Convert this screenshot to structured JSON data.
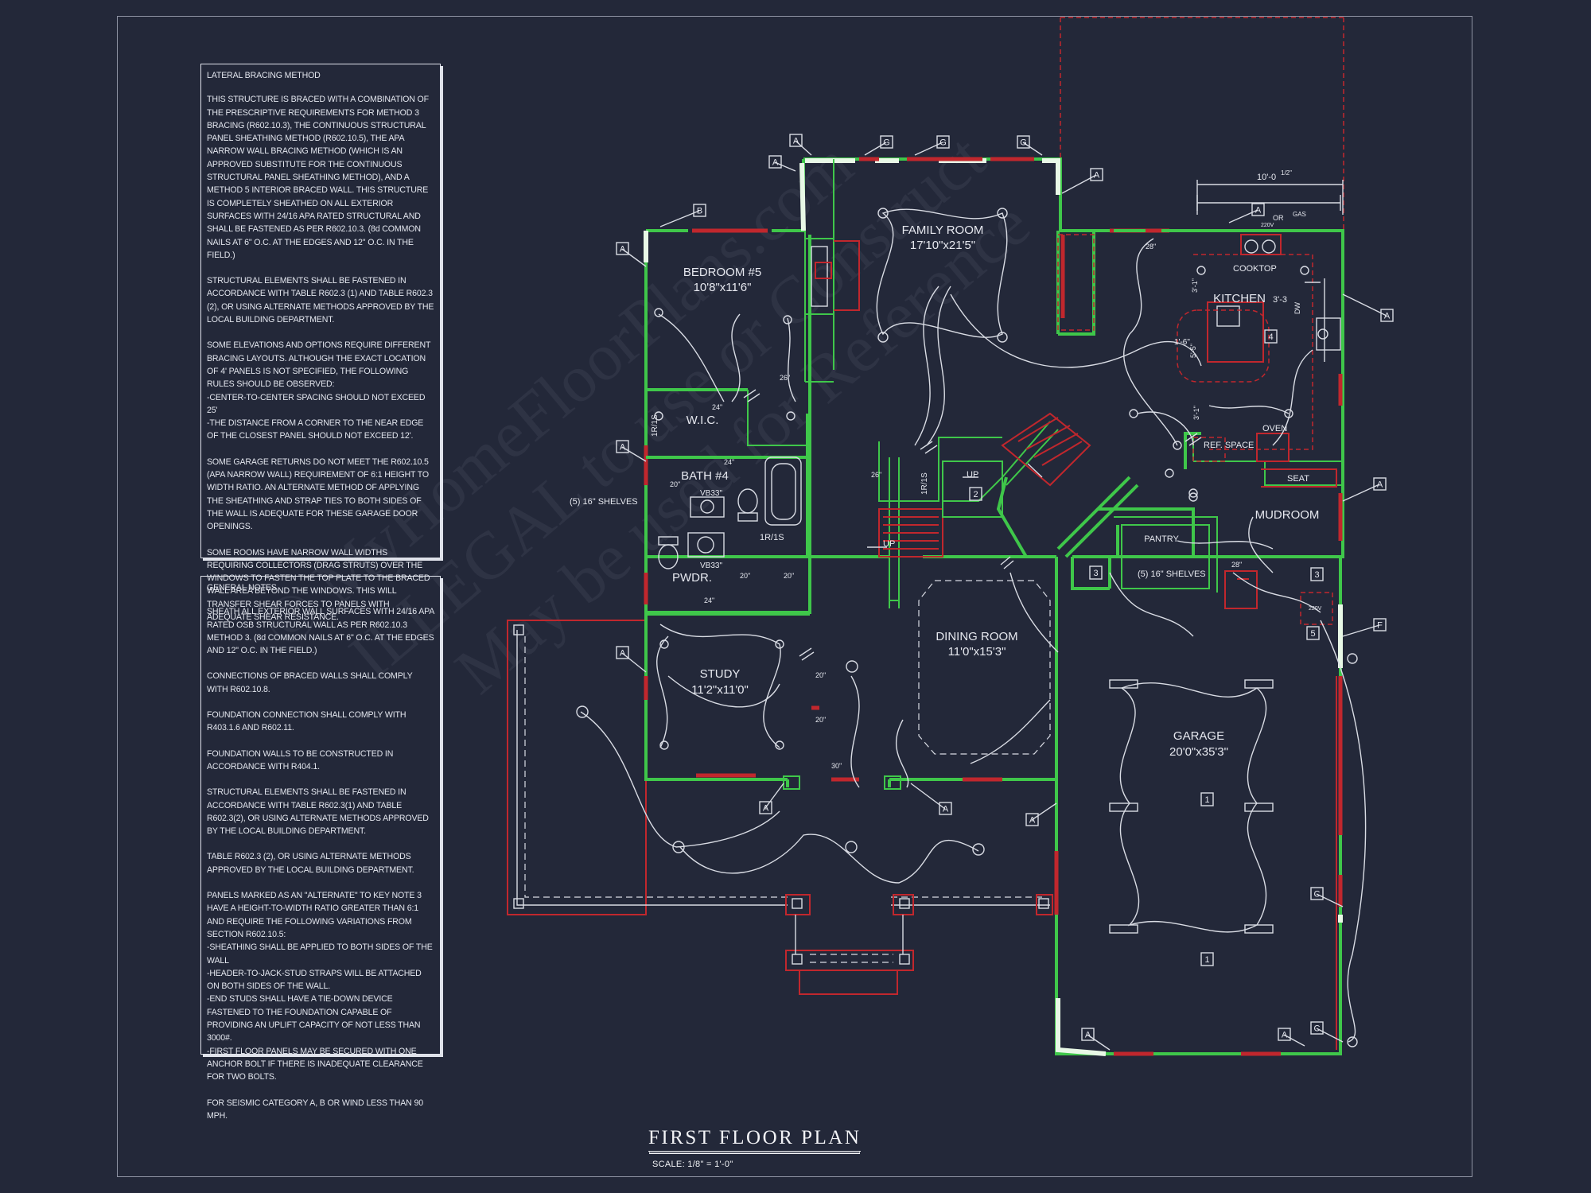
{
  "title": "FIRST FLOOR PLAN",
  "scale": "SCALE: 1/8\" = 1'-0\"",
  "watermark": [
    "© MyHomeFloorPlans.com",
    "ILLEGAL to use or Construct",
    "May be used for Reference"
  ],
  "colors": {
    "background": "#232839",
    "wall": "#3fc74a",
    "red": "#c1272d",
    "line": "#d9dce4",
    "text": "#e3e6ee"
  },
  "notes": {
    "lateral": {
      "heading": "LATERAL BRACING METHOD",
      "paragraphs": [
        "THIS STRUCTURE IS BRACED WITH A COMBINATION OF THE PRESCRIPTIVE REQUIREMENTS FOR METHOD 3 BRACING (R602.10.3), THE CONTINUOUS STRUCTURAL PANEL SHEATHING METHOD (R602.10.5), THE APA NARROW WALL BRACING METHOD (WHICH IS AN APPROVED SUBSTITUTE FOR THE CONTINUOUS STRUCTURAL PANEL SHEATHING METHOD), AND A METHOD 5 INTERIOR BRACED WALL. THIS STRUCTURE IS COMPLETELY SHEATHED ON ALL EXTERIOR SURFACES WITH 24/16 APA RATED STRUCTURAL AND SHALL BE FASTENED AS PER R602.10.3.  (8d COMMON NAILS AT 6\" O.C. AT THE EDGES AND 12\" O.C. IN THE FIELD.)",
        "STRUCTURAL ELEMENTS SHALL BE FASTENED IN ACCORDANCE WITH TABLE R602.3 (1) AND TABLE R602.3 (2), OR USING ALTERNATE METHODS APPROVED BY THE LOCAL BUILDING DEPARTMENT.",
        "SOME ELEVATIONS AND OPTIONS REQUIRE DIFFERENT BRACING LAYOUTS. ALTHOUGH THE EXACT LOCATION OF 4' PANELS IS NOT SPECIFIED, THE FOLLOWING RULES SHOULD BE OBSERVED:\n-CENTER-TO-CENTER SPACING SHOULD NOT EXCEED 25'\n-THE DISTANCE FROM A CORNER TO THE NEAR EDGE OF THE CLOSEST PANEL SHOULD NOT EXCEED 12'.",
        "SOME GARAGE RETURNS DO NOT MEET THE R602.10.5 (APA NARROW WALL) REQUIREMENT OF 6:1 HEIGHT TO WIDTH RATIO. AN ALTERNATE METHOD OF APPLYING THE SHEATHING AND STRAP TIES TO BOTH SIDES OF THE WALL IS ADEQUATE FOR THESE GARAGE DOOR OPENINGS.",
        "SOME ROOMS HAVE NARROW WALL WIDTHS REQUIRING COLLECTORS (DRAG STRUTS) OVER THE WINDOWS TO FASTEN THE TOP PLATE TO THE BRACED WALL AREA BEYOND THE WINDOWS. THIS WILL TRANSFER SHEAR FORCES TO PANELS WITH ADEQUATE SHEAR RESISTANCE."
      ]
    },
    "general": {
      "heading": "GENERAL NOTES",
      "paragraphs": [
        "SHEATH ALL EXTERIOR WALL SURFACES WITH 24/16 APA RATED OSB STRUCTURAL WALL AS PER R602.10.3 METHOD 3.  (8d COMMON NAILS AT 6\" O.C. AT THE EDGES AND 12\" O.C. IN THE FIELD.)",
        "CONNECTIONS OF BRACED WALLS SHALL COMPLY WITH R602.10.8.",
        "FOUNDATION CONNECTION SHALL COMPLY WITH R403.1.6 AND R602.11.",
        "FOUNDATION WALLS TO BE CONSTRUCTED IN ACCORDANCE WITH R404.1.",
        "STRUCTURAL ELEMENTS SHALL BE FASTENED IN ACCORDANCE WITH TABLE R602.3(1) AND TABLE R602.3(2), OR USING ALTERNATE METHODS APPROVED BY THE LOCAL BUILDING DEPARTMENT.",
        "TABLE R602.3 (2), OR USING ALTERNATE METHODS APPROVED BY THE LOCAL BUILDING DEPARTMENT.",
        "PANELS MARKED AS AN \"ALTERNATE\" TO KEY NOTE 3 HAVE A HEIGHT-TO-WIDTH RATIO GREATER THAN 6:1 AND REQUIRE THE FOLLOWING VARIATIONS FROM SECTION R602.10.5:\n-SHEATHING SHALL BE APPLIED TO BOTH SIDES OF THE WALL\n-HEADER-TO-JACK-STUD STRAPS WILL BE ATTACHED ON BOTH SIDES OF THE WALL.\n-END STUDS SHALL HAVE A TIE-DOWN DEVICE FASTENED TO THE FOUNDATION CAPABLE OF PROVIDING AN UPLIFT CAPACITY OF NOT LESS THAN 3000#.\n-FIRST FLOOR PANELS MAY BE SECURED WITH ONE ANCHOR BOLT IF THERE IS INADEQUATE CLEARANCE FOR TWO BOLTS.",
        "FOR SEISMIC CATEGORY A, B OR WIND LESS THAN 90 MPH."
      ]
    }
  },
  "rooms": {
    "family": {
      "name": "FAMILY ROOM",
      "size": "17'10\"x21'5\""
    },
    "bedroom5": {
      "name": "BEDROOM #5",
      "size": "10'8\"x11'6\""
    },
    "kitchen": {
      "name": "KITCHEN"
    },
    "wic": {
      "name": "W.I.C."
    },
    "bath4": {
      "name": "BATH #4"
    },
    "pwdr": {
      "name": "PWDR."
    },
    "study": {
      "name": "STUDY",
      "size": "11'2\"x11'0\""
    },
    "dining": {
      "name": "DINING ROOM",
      "size": "11'0\"x15'3\""
    },
    "garage": {
      "name": "GARAGE",
      "size": "20'0\"x35'3\""
    },
    "mudroom": {
      "name": "MUDROOM"
    },
    "pantry": {
      "name": "PANTRY"
    }
  },
  "labels": {
    "cooktop": "COOKTOP",
    "oven": "OVEN",
    "ref_space": "REF. SPACE",
    "seat": "SEAT",
    "shelves_left": "(5) 16\" SHELVES",
    "shelves_right": "(5) 16\" SHELVES",
    "dim_top": "10'-0",
    "dim_top_frac": "1/2\"",
    "r1s": "1R/1S",
    "vb33": "VB33\"",
    "vb33b": "VB33\"",
    "up": "UP",
    "gas": "GAS",
    "or": "OR",
    "v220": "220V",
    "dw": "DW",
    "k_dim1": "3'-3",
    "k_dim2": "1'-6\"",
    "d20": "20\"",
    "d24": "24\"",
    "d26": "26\"",
    "d28": "28\"",
    "d30": "30\"",
    "d36": "3'-1\"",
    "d5": "5'-5\""
  },
  "tags": {
    "A": "A",
    "B": "B",
    "C": "C",
    "F": "F",
    "G": "G",
    "n1": "1",
    "n2": "2",
    "n3": "3",
    "n4": "4",
    "n5": "5"
  }
}
